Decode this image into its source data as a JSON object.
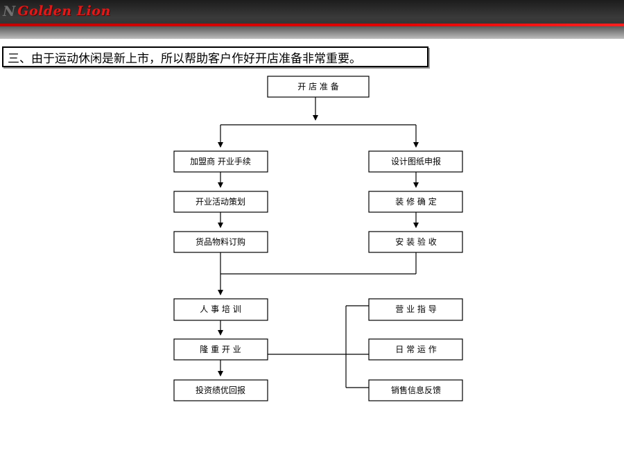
{
  "header": {
    "logo_mark": "N",
    "brand": "Golden Lion"
  },
  "banner": {
    "text": "三、由于运动休闲是新上市，所以帮助客户作好开店准备非常重要。"
  },
  "flowchart": {
    "nodes": [
      {
        "id": "start",
        "label": "开 店 准 备"
      },
      {
        "id": "l1",
        "label": "加盟商 开业手续"
      },
      {
        "id": "l2",
        "label": "开业活动策划"
      },
      {
        "id": "l3",
        "label": "货品物料订购"
      },
      {
        "id": "r1",
        "label": "设计图纸申报"
      },
      {
        "id": "r2",
        "label": "装 修 确 定"
      },
      {
        "id": "r3",
        "label": "安 装 验 收"
      },
      {
        "id": "m1",
        "label": "人 事 培 训"
      },
      {
        "id": "m2",
        "label": "隆 重 开 业"
      },
      {
        "id": "m3",
        "label": "投资绩优回报"
      },
      {
        "id": "s1",
        "label": "营 业 指 导"
      },
      {
        "id": "s2",
        "label": "日 常 运 作"
      },
      {
        "id": "s3",
        "label": "销售信息反馈"
      }
    ],
    "edges": [
      {
        "from": "start",
        "to": "l1"
      },
      {
        "from": "start",
        "to": "r1"
      },
      {
        "from": "l1",
        "to": "l2"
      },
      {
        "from": "l2",
        "to": "l3"
      },
      {
        "from": "r1",
        "to": "r2"
      },
      {
        "from": "r2",
        "to": "r3"
      },
      {
        "from": "l3",
        "to": "m1"
      },
      {
        "from": "r3",
        "to": "m1"
      },
      {
        "from": "m1",
        "to": "m2"
      },
      {
        "from": "m2",
        "to": "m3"
      },
      {
        "from": "m2",
        "to": "s1"
      },
      {
        "from": "m2",
        "to": "s2"
      },
      {
        "from": "m2",
        "to": "s3"
      }
    ]
  }
}
